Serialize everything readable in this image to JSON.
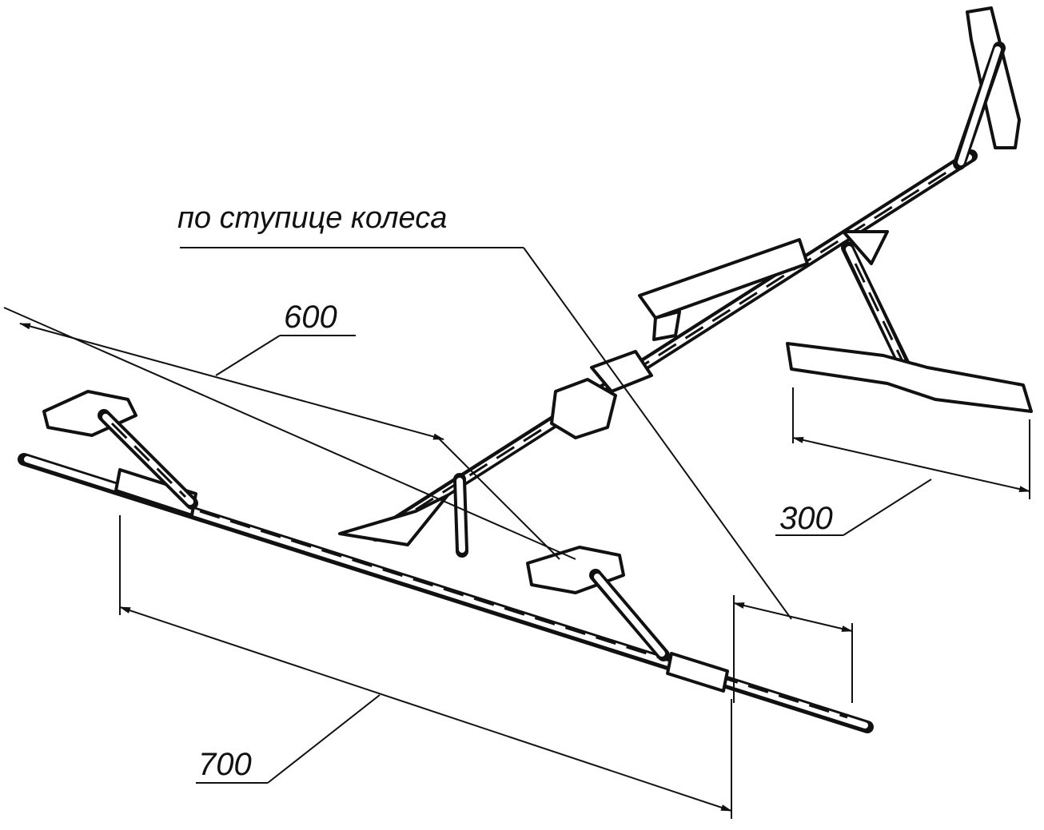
{
  "dimensions": {
    "width_600": "600",
    "width_300": "300",
    "length_700": "700"
  },
  "annotation": {
    "hub_note": "по ступице колеса"
  }
}
